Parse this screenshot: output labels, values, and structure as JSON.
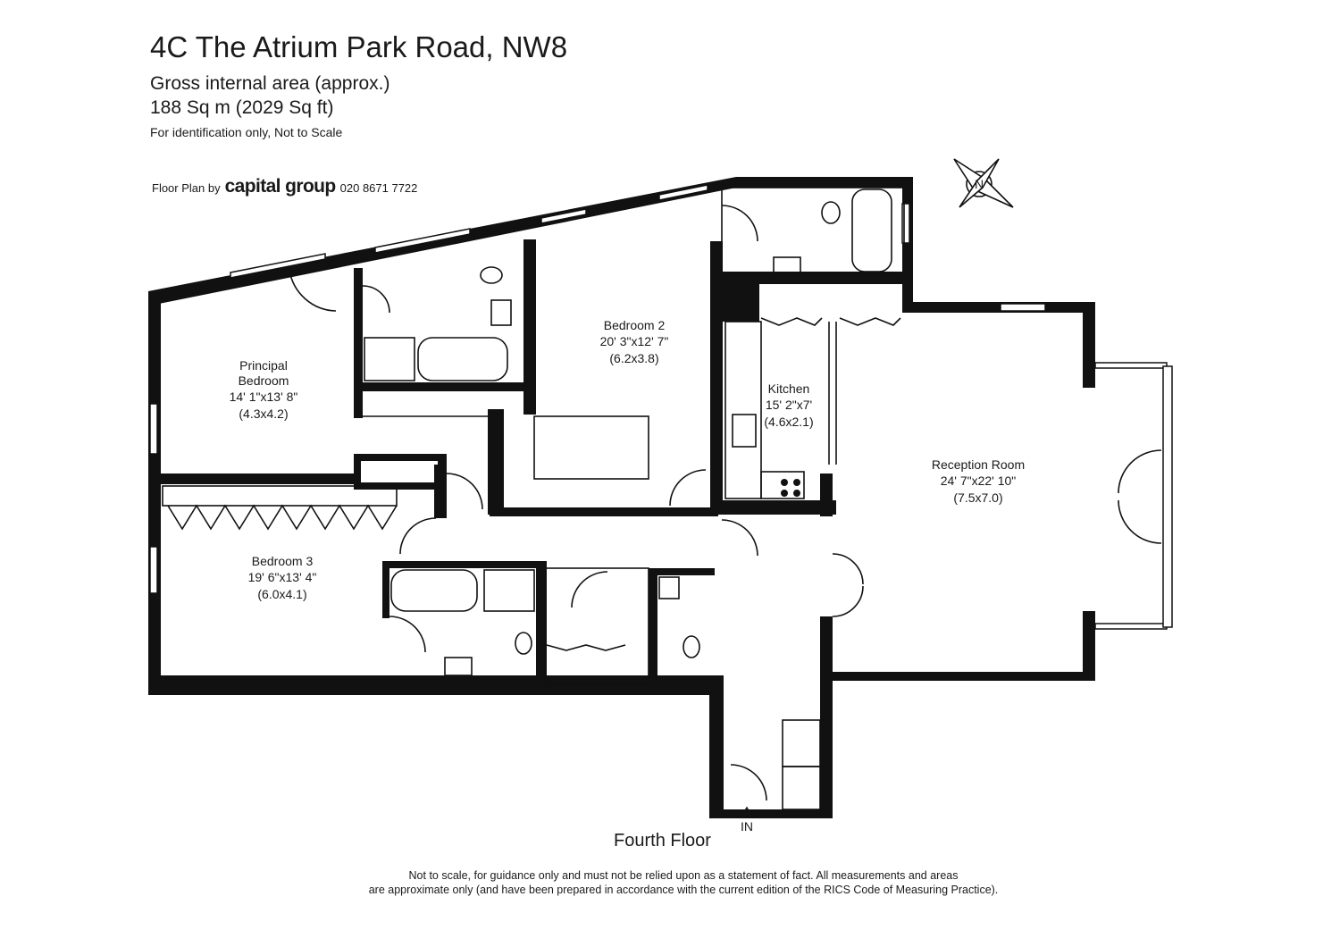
{
  "header": {
    "title": "4C The Atrium Park Road, NW8",
    "area_label": "Gross internal area (approx.)",
    "area_value": "188 Sq m (2029 Sq ft)",
    "note": "For identification only, Not to Scale"
  },
  "credit": {
    "prefix": "Floor Plan by",
    "brand": "capital group",
    "phone": "020 8671 7722"
  },
  "rooms": [
    {
      "name_lines": [
        "Principal",
        "Bedroom"
      ],
      "size": "14' 1\"x13' 8\"",
      "metric": "(4.3x4.2)"
    },
    {
      "name_lines": [
        "Bedroom 2"
      ],
      "size": "20' 3\"x12' 7\"",
      "metric": "(6.2x3.8)"
    },
    {
      "name_lines": [
        "Kitchen"
      ],
      "size": "15' 2\"x7'",
      "metric": "(4.6x2.1)"
    },
    {
      "name_lines": [
        "Reception Room"
      ],
      "size": "24' 7\"x22' 10\"",
      "metric": "(7.5x7.0)"
    },
    {
      "name_lines": [
        "Bedroom 3"
      ],
      "size": "19' 6\"x13' 4\"",
      "metric": "(6.0x4.1)"
    }
  ],
  "entrance_label": "IN",
  "floor_label": "Fourth Floor",
  "compass_letter": "N",
  "disclaimer": {
    "line1": "Not to scale, for guidance only and must not be relied upon as a statement of fact.  All measurements and areas",
    "line2": "are approximate only (and have been prepared in accordance with the current edition of the RICS Code of Measuring Practice)."
  },
  "colors": {
    "wall": "#111111",
    "background": "#ffffff",
    "text": "#1a1a1a"
  }
}
